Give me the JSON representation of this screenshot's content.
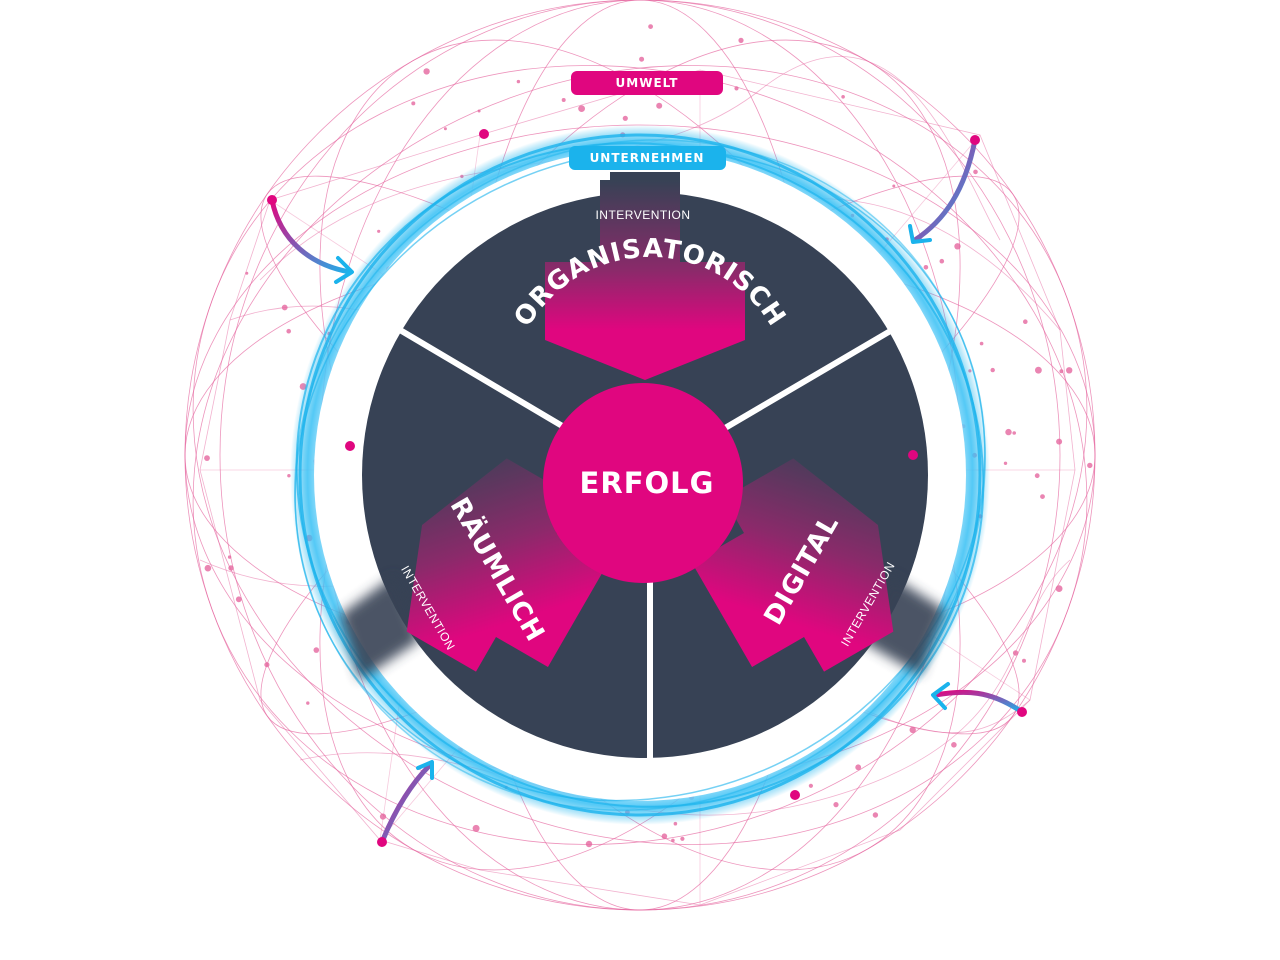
{
  "labels": {
    "umwelt": "UMWELT",
    "unternehmen": "UNTERNEHMEN",
    "center": "ERFOLG",
    "organisatorisch": "ORGANISATORISCH",
    "raeumlich": "RÄUMLICH",
    "digital": "DIGITAL",
    "intervention": "INTERVENTION"
  },
  "colors": {
    "magenta": "#e0067f",
    "cyan": "#1bb3ec",
    "dark_disc": "#374255",
    "network": "#e5669f"
  }
}
